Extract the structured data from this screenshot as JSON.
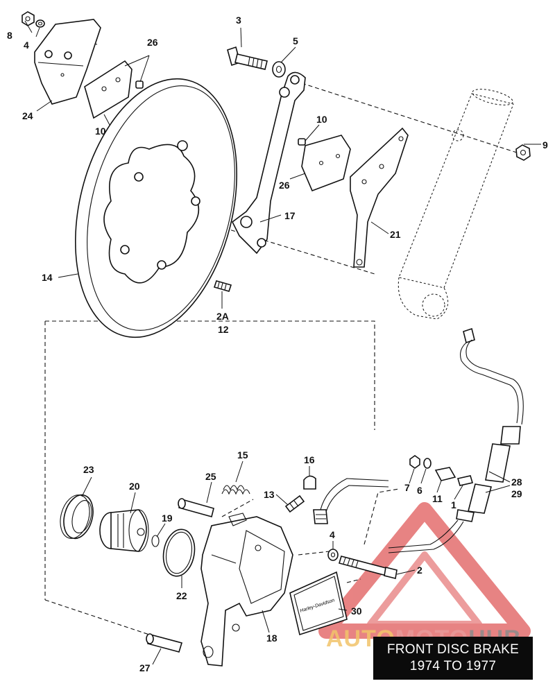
{
  "callouts": {
    "c1": "1",
    "c2": "2",
    "c2a": "2A",
    "c3": "3",
    "c4a": "4",
    "c4b": "4",
    "c5": "5",
    "c6": "6",
    "c7": "7",
    "c8": "8",
    "c9": "9",
    "c10a": "10",
    "c10b": "10",
    "c11": "11",
    "c12": "12",
    "c13": "13",
    "c14": "14",
    "c15": "15",
    "c16": "16",
    "c17": "17",
    "c18": "18",
    "c19": "19",
    "c20": "20",
    "c21": "21",
    "c22": "22",
    "c23": "23",
    "c24": "24",
    "c25": "25",
    "c26a": "26",
    "c26b": "26",
    "c27": "27",
    "c28": "28",
    "c29": "29",
    "c30": "30"
  },
  "title": {
    "line1": "FRONT DISC BRAKE",
    "line2": "1974 TO 1977"
  },
  "watermark": {
    "part1": "AUTO",
    "part2": "MOTO",
    "part3": "HUB",
    "colors": {
      "auto": "#f2c46b",
      "moto": "#e89a9a",
      "hub": "#8c8c8c",
      "triangle": "#e05a5a"
    }
  },
  "plate_script": "Harley-Davidson"
}
